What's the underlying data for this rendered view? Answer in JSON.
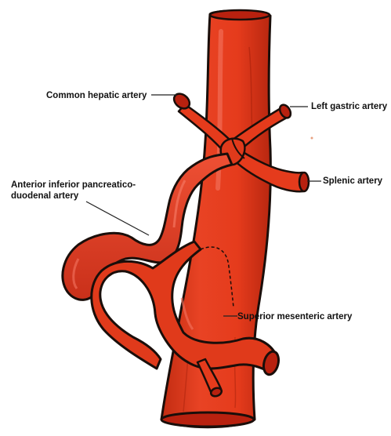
{
  "colors": {
    "artery_fill": "#e53b1c",
    "artery_shadow": "#c42d14",
    "artery_highlight": "#f2604a",
    "outline": "#1a0e0a",
    "lumen": "#b8210f",
    "label_text": "#111111",
    "leader_line": "#222222",
    "background": "#ffffff"
  },
  "labels": {
    "common_hepatic": "Common hepatic artery",
    "left_gastric": "Left gastric artery",
    "splenic": "Splenic artery",
    "aipd_line1": "Anterior inferior pancreatico-",
    "aipd_line2": "duodenal artery",
    "superior_mesenteric": "Superior mesenteric artery"
  }
}
